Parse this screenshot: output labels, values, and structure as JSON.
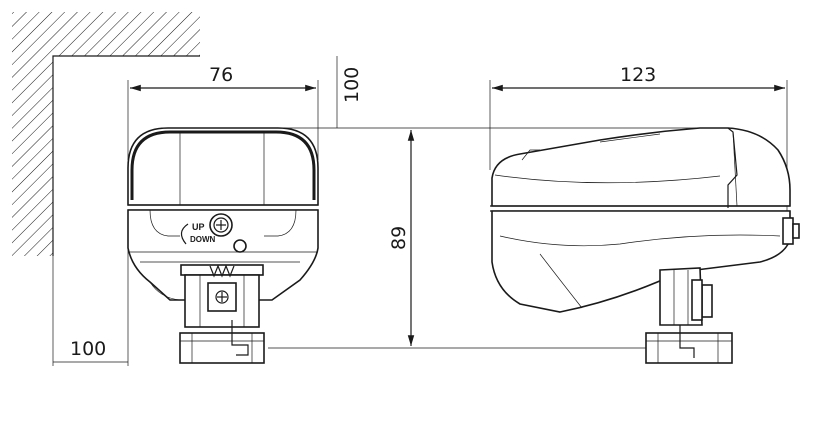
{
  "dimensions": {
    "wall_offset_horizontal": "100",
    "width_front": "76",
    "wall_offset_vertical": "100",
    "height": "89",
    "depth_side": "123"
  },
  "knob_labels": {
    "up": "UP",
    "down": "DOWN"
  },
  "colors": {
    "line": "#1a1a1a",
    "background": "#ffffff"
  }
}
